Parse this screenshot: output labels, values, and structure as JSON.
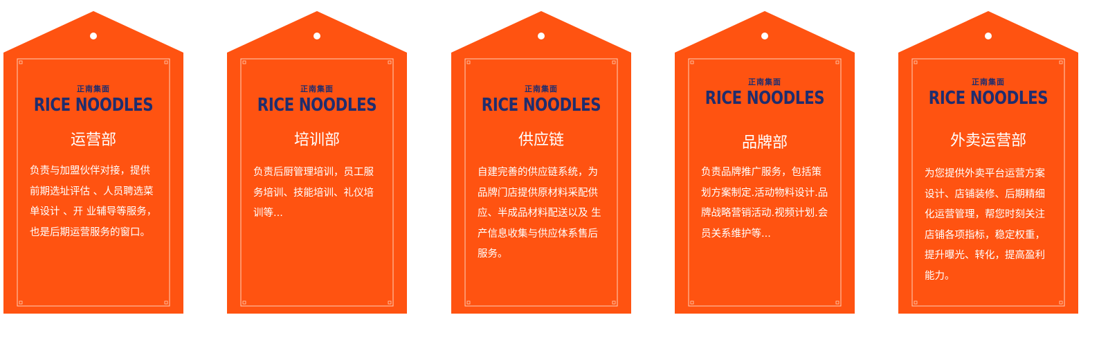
{
  "colors": {
    "tag_fill": "#ff5311",
    "logo": "#1f2d6e",
    "text": "#ffffff",
    "frame_line": "#ffd2bb"
  },
  "logo": {
    "cn": "正南集面",
    "en": "RICE NOODLES"
  },
  "cards": [
    {
      "title": "运营部",
      "description": "负责与加盟伙伴对接，提供前期选址评估 、人员聘选菜单设计 、开 业辅导等服务，也是后期运营服务的窗口。"
    },
    {
      "title": "培训部",
      "description": "负责后厨管理培训，员工服务培训、技能培训、礼仪培训等..."
    },
    {
      "title": "供应链",
      "description": "自建完善的供应链系统，为品牌门店提供原材料采配供应、半成品材料配送以及 生产信息收集与供应体系售后服务。"
    },
    {
      "title": "品牌部",
      "description": "负责品牌推广服务，包括策划方案制定.活动物料设计.品牌战略营销活动.视频计划.会员关系维护等..."
    },
    {
      "title": "外卖运营部",
      "description": "为您提供外卖平台运营方案设计、店铺装修、后期精细化运营管理，帮您时刻关注店铺各项指标，稳定权重，提升曝光、转化，提高盈利能力。"
    }
  ]
}
